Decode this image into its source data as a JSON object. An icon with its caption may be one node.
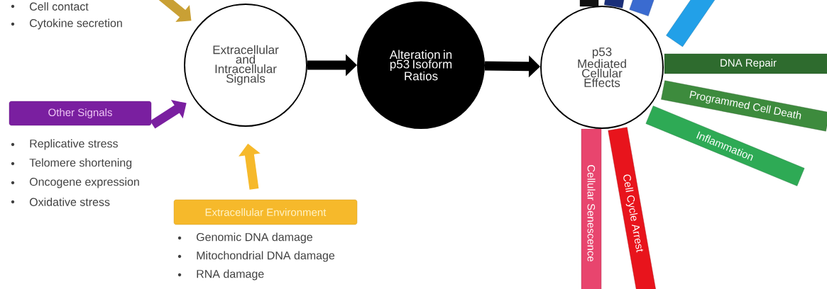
{
  "diagram": {
    "nodes": [
      {
        "text": [
          "Other Signals"
        ],
        "beside": [
          "Replicative stress",
          "Telomere shortening",
          "Oncogene expression",
          "Oxidative stress"
        ]
      },
      {
        "text": [
          "Extracellular Environment"
        ],
        "beside": [
          "Genomic DNA damage",
          "Mitochondrial DNA damage",
          "RNA damage"
        ]
      },
      {
        "text": [
          "Extracellular and Intracellular Signals"
        ]
      },
      {
        "text": [
          "Alteration in p53 Isoform Ratios"
        ]
      },
      {
        "text": [
          "p53 Mediated Cellular Effects"
        ]
      },
      {
        "text": [],
        "shape": "bar"
      },
      {
        "text": [],
        "shape": "bar"
      },
      {
        "text": [],
        "shape": "bar"
      },
      {
        "text": [],
        "shape": "bar"
      },
      {
        "text": [
          "DNA Repair"
        ]
      },
      {
        "text": [
          "Programmed Cell Death"
        ]
      },
      {
        "text": [
          "Inflammation"
        ]
      },
      {
        "text": [
          "Cellular Senescence"
        ]
      },
      {
        "text": [
          "Cell Cycle Arrest"
        ]
      }
    ],
    "edges": [
      {
        "from": null,
        "to": 2,
        "arrow": "to",
        "color": "#c9a035"
      },
      {
        "from": 0,
        "to": 2,
        "arrow": "to",
        "color": "#7a1fa0"
      },
      {
        "from": 1,
        "to": 2,
        "arrow": "to",
        "color": "#f6b92b"
      },
      {
        "from": 2,
        "to": 3,
        "arrow": "to"
      },
      {
        "from": 3,
        "to": 4,
        "arrow": "to"
      }
    ],
    "labels": [
      "Cell contact",
      "Cytokine secretion"
    ]
  }
}
